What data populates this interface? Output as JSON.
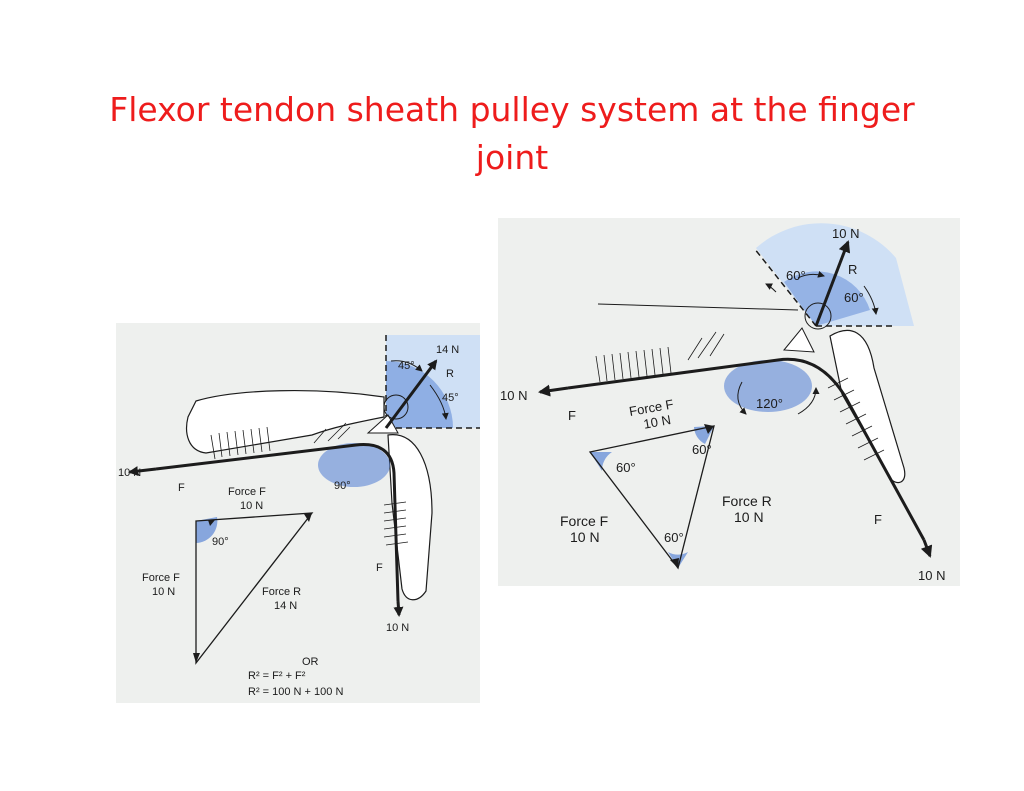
{
  "slide": {
    "title_line1": "Flexor tendon sheath pulley system at the finger",
    "title_line2": "joint"
  },
  "colors": {
    "title": "#ee1c1c",
    "pressure_zone": "#5b86d6",
    "shade": "#cfe0f5",
    "background": "#eef0ee"
  },
  "left_figure": {
    "resultant_magnitude": "14 N",
    "resultant_label": "R",
    "angle_top": "45°",
    "angle_side": "45°",
    "proximal_force": "10 N",
    "proximal_label": "F",
    "force_f_label": "Force F",
    "force_f_value": "10 N",
    "pulley_angle": "90°",
    "distal_label": "F",
    "distal_force": "10 N",
    "triangle": {
      "right_angle": "90°",
      "side_f_label": "Force F",
      "side_f_value": "10 N",
      "side_r_label": "Force R",
      "side_r_value": "14 N"
    },
    "equation": {
      "or": "OR",
      "line1": "R² = F² + F²",
      "line2": "R² = 100 N + 100 N"
    }
  },
  "right_figure": {
    "resultant_magnitude": "10 N",
    "resultant_label": "R",
    "angle_left": "60°",
    "angle_right": "60°",
    "proximal_force": "10 N",
    "proximal_label": "F",
    "force_f_label": "Force F",
    "force_f_value": "10 N",
    "pulley_angle": "120°",
    "distal_label": "F",
    "distal_force": "10 N",
    "triangle": {
      "angle_top_left": "60°",
      "angle_top_right": "60°",
      "angle_bottom": "60°",
      "side_f_label": "Force F",
      "side_f_value": "10 N",
      "side_r_label": "Force R",
      "side_r_value": "10 N"
    }
  }
}
